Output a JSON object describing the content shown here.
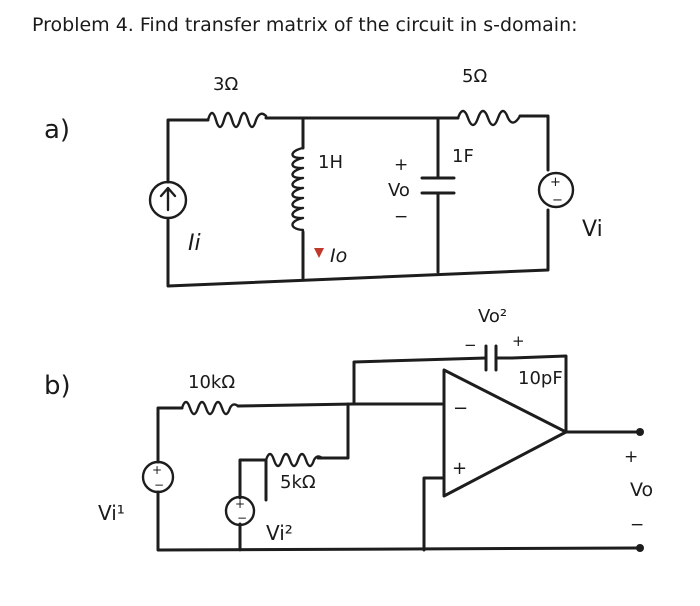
{
  "title": "Problem 4.  Find transfer matrix of the circuit in s-domain:",
  "part_a": {
    "label": "a)",
    "r1": "3Ω",
    "r2": "5Ω",
    "l1": "1H",
    "c1": "1F",
    "source_current": "Ii",
    "source_voltage": "Vi",
    "output_current": "Io",
    "output_voltage": "Vo",
    "plus": "+",
    "minus": "−"
  },
  "part_b": {
    "label": "b)",
    "r1": "10kΩ",
    "r2": "5kΩ",
    "c1": "10pF",
    "v1": "Vi¹",
    "v2": "Vi²",
    "vo": "Vo",
    "vc": "Vo²",
    "plus": "+",
    "minus": "−"
  }
}
